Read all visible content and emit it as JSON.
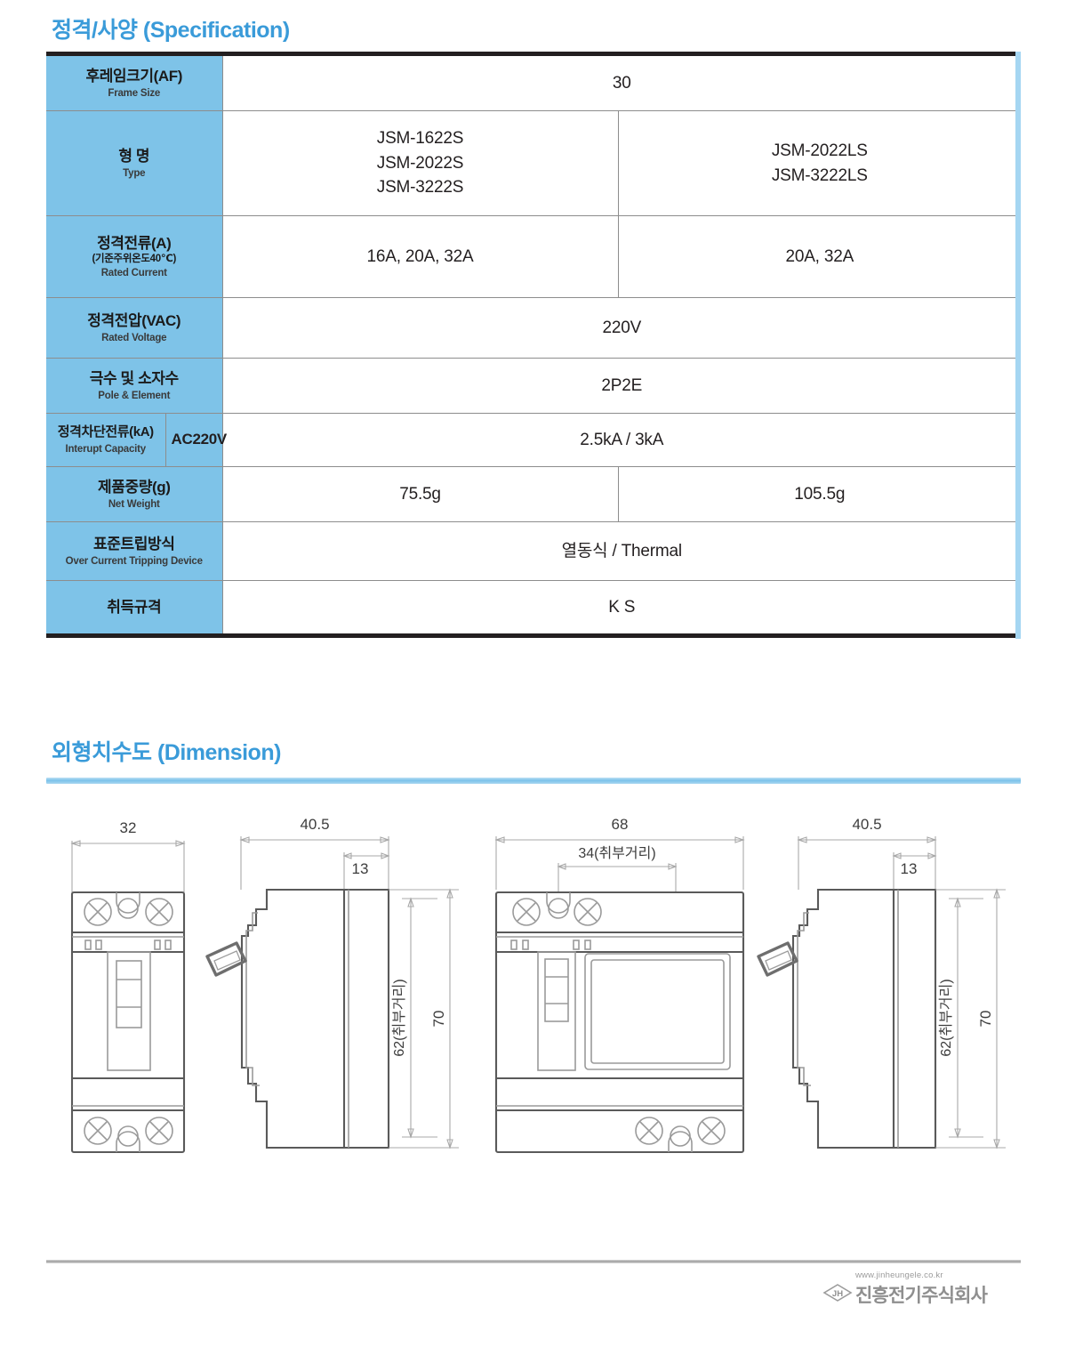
{
  "spec_section": {
    "heading_ko": "정격/사양",
    "heading_en": "(Specification)",
    "rows": [
      {
        "label_ko": "후레임크기(AF)",
        "label_en": "Frame Size",
        "label_sub": "",
        "ac_cell": "",
        "value_span": "30",
        "value_left": "",
        "value_right": ""
      },
      {
        "label_ko": "형 명",
        "label_en": "Type",
        "label_sub": "",
        "ac_cell": "",
        "value_span": "",
        "value_left_lines": [
          "JSM-1622S",
          "JSM-2022S",
          "JSM-3222S"
        ],
        "value_right_lines": [
          "JSM-2022LS",
          "JSM-3222LS"
        ]
      },
      {
        "label_ko": "정격전류(A)",
        "label_en": "Rated Current",
        "label_sub": "(기준주위온도40℃)",
        "ac_cell": "",
        "value_span": "",
        "value_left": "16A, 20A, 32A",
        "value_right": "20A, 32A"
      },
      {
        "label_ko": "정격전압(VAC)",
        "label_en": "Rated Voltage",
        "label_sub": "",
        "ac_cell": "",
        "value_span": "220V",
        "value_left": "",
        "value_right": ""
      },
      {
        "label_ko": "극수 및 소자수",
        "label_en": "Pole & Element",
        "label_sub": "",
        "ac_cell": "",
        "value_span": "2P2E",
        "value_left": "",
        "value_right": ""
      },
      {
        "label_ko": "정격차단전류(kA)",
        "label_en": "Interupt Capacity",
        "label_sub": "",
        "ac_cell": "AC220V",
        "value_span": "2.5kA / 3kA",
        "value_left": "",
        "value_right": ""
      },
      {
        "label_ko": "제품중량(g)",
        "label_en": "Net Weight",
        "label_sub": "",
        "ac_cell": "",
        "value_span": "",
        "value_left": "75.5g",
        "value_right": "105.5g"
      },
      {
        "label_ko": "표준트립방식",
        "label_en": "Over Current Tripping Device",
        "label_sub": "",
        "ac_cell": "",
        "value_span": "열동식 / Thermal",
        "value_left": "",
        "value_right": ""
      },
      {
        "label_ko": "취득규격",
        "label_en": "",
        "label_sub": "",
        "ac_cell": "",
        "value_span": "K S",
        "value_left": "",
        "value_right": ""
      }
    ]
  },
  "dimension_section": {
    "heading_ko": "외형치수도",
    "heading_en": "(Dimension)",
    "drawings": [
      {
        "name": "front-view-narrow",
        "width_label": "32"
      },
      {
        "name": "side-view-narrow",
        "overall_depth": "40.5",
        "front_depth": "13",
        "mounting_height": "62(취부거리)",
        "overall_height": "70"
      },
      {
        "name": "front-view-wide",
        "width_label": "68",
        "mounting_width": "34(취부거리)"
      },
      {
        "name": "side-view-wide",
        "overall_depth": "40.5",
        "front_depth": "13",
        "mounting_height": "62(취부거리)",
        "overall_height": "70"
      }
    ]
  },
  "footer": {
    "url": "www.jinheungele.co.kr",
    "logo_text": "JH",
    "company": "진흥전기주식회사"
  },
  "colors": {
    "accent_blue": "#3a9bd9",
    "cell_blue": "#7ec3e8",
    "rule_blue": "#7bc2ea",
    "table_border_dark": "#231f20",
    "grid_gray": "#8d8d8d",
    "drawing_stroke": "#4a4a4a",
    "footer_gray": "#8f8f8f"
  }
}
